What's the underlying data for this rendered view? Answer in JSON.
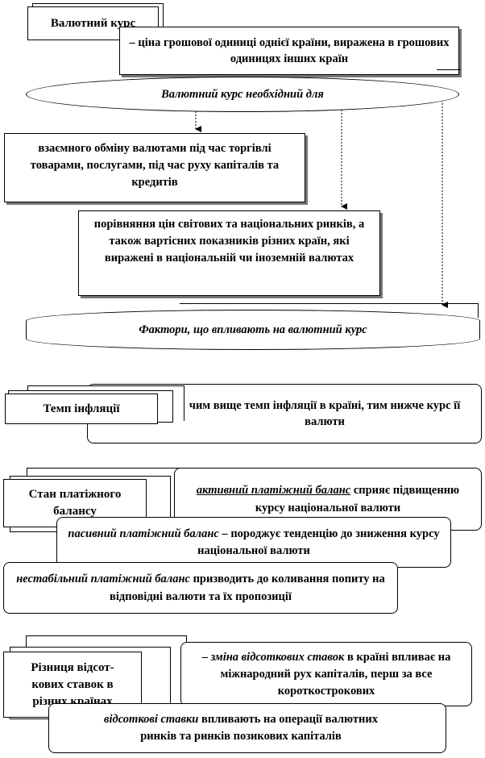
{
  "top": {
    "title": "Валютний курс",
    "definition": "– ціна грошової одиниці однієї країни, виражена в грошових одиницях інших країн",
    "needed_for": "Валютний курс необхідний для"
  },
  "uses": {
    "exchange": "взаємного обміну валютами під час торгівлі товарами, послугами, під час руху капіталів та кредитів",
    "compare": "порівняння цін світових та національних ринків, а також вартісних показників різних країн, які виражені в національній чи іноземній валютах"
  },
  "factors": {
    "title": "Фактори, що впливають на валютний курс"
  },
  "inflation": {
    "label": "Темп інфляції",
    "text": "чим вище темп інфляції в країні, тим   нижче курс її валюти"
  },
  "balance": {
    "label": "Стан платіжного балансу",
    "active_term": "активний платіжний баланс",
    "active_rest": " сприяє підвищенню курсу національної валюти",
    "passive_term": "пасивний платіжний баланс",
    "passive_rest": " – породжує тенденцію до зниження курсу національної валюти",
    "unstable_term": "нестабільний платіжний баланс",
    "unstable_rest": " призводить до коливання попиту на відповідні валюти та їх пропозиції"
  },
  "rates": {
    "label": "Різниця відсоткових ставок в різних країнах",
    "label_line1": "Різниця відсот-",
    "label_line2": "кових ставок в",
    "label_line3": "різних країнах",
    "change_prefix": "– ",
    "change_term": "зміна відсоткових ставок",
    "change_rest": " в країні впливає на міжнародний рух капіталів, перш за все короткострокових",
    "effect_term": "відсоткові ставки",
    "effect_rest": " впливають на операції валютних ринків та ринків позикових капіталів"
  }
}
